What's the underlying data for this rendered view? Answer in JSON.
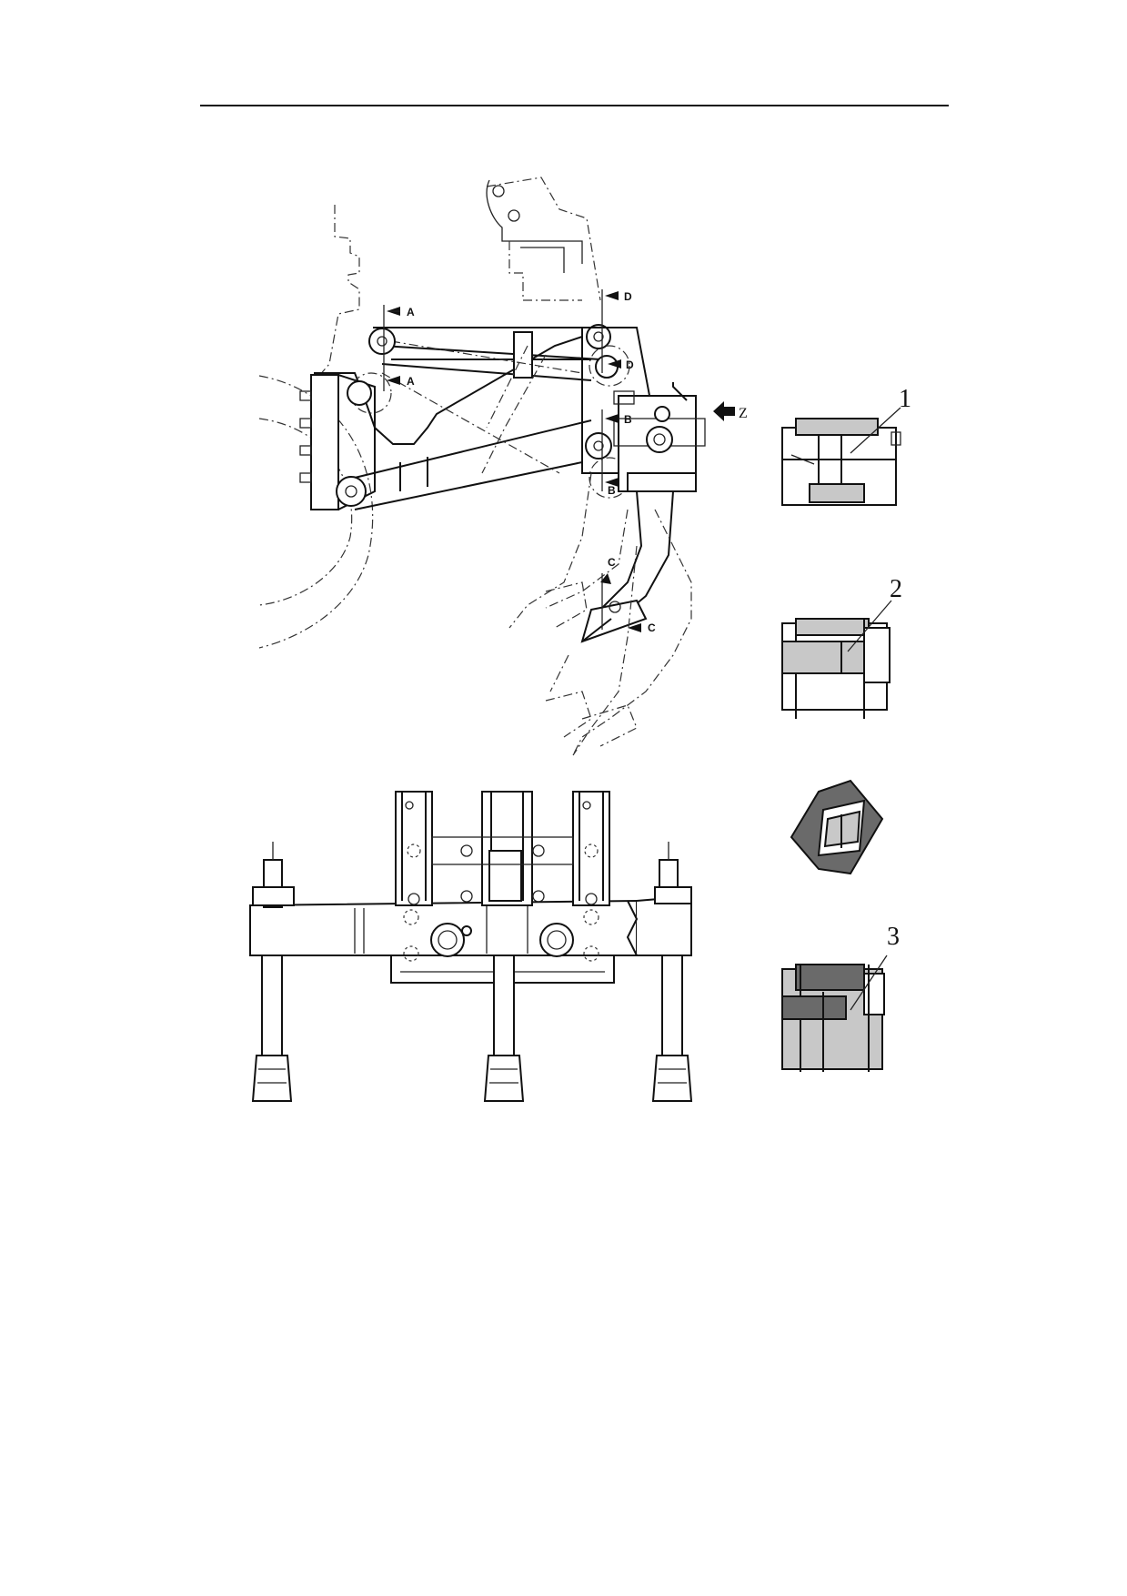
{
  "labels": {
    "section_a": "A",
    "section_b": "B",
    "section_c": "C",
    "section_d": "D",
    "view_z": "Z",
    "callout_1": "1",
    "callout_2": "2",
    "callout_3": "3"
  },
  "colors": {
    "line": "#111111",
    "shade": "#c8c8c8",
    "dark_shade": "#6a6a6a",
    "background": "#ffffff"
  }
}
